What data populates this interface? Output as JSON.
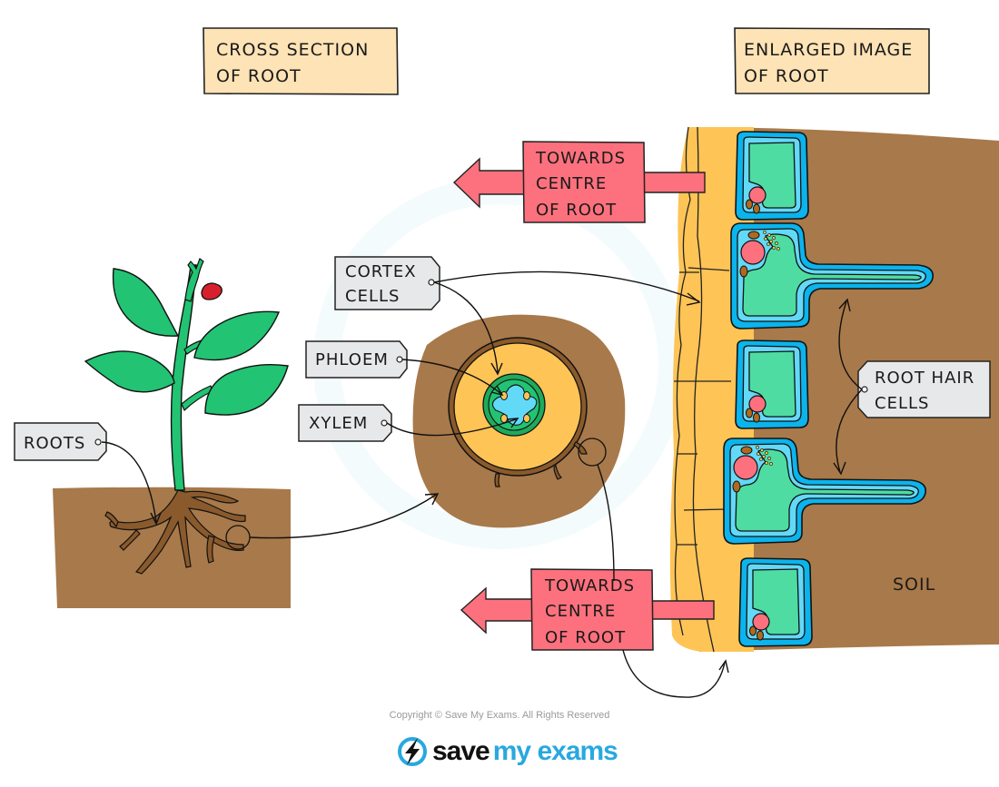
{
  "titles": {
    "cross_section": [
      "CROSS  SECTION",
      "OF ROOT"
    ],
    "enlarged": [
      "ENLARGED  IMAGE",
      "OF  ROOT"
    ]
  },
  "arrows": {
    "top": [
      "TOWARDS",
      "CENTRE",
      "OF  ROOT"
    ],
    "bottom": [
      "TOWARDS",
      "CENTRE",
      "OF  ROOT"
    ]
  },
  "labels": {
    "roots": "ROOTS",
    "cortex": [
      "CORTEX",
      "CELLS"
    ],
    "phloem": "PHLOEM",
    "xylem": "XYLEM",
    "root_hair": [
      "ROOT  HAIR",
      "CELLS"
    ],
    "soil": "SOIL"
  },
  "footer": {
    "copyright": "Copyright © Save My Exams. All Rights Reserved",
    "brand_part1": "save",
    "brand_part2": "my exams"
  },
  "colors": {
    "title_box": "#fde3b5",
    "arrow": "#fc717d",
    "tag": "#e7e8e9",
    "soil": "#a8794a",
    "cortex": "#fec456",
    "leaf": "#22c372",
    "cell_wall": "#0bb4ec",
    "cytoplasm": "#63d9f8",
    "vacuole": "#4edca3",
    "nucleus": "#fc717d",
    "brand_blue": "#29a8e0"
  }
}
